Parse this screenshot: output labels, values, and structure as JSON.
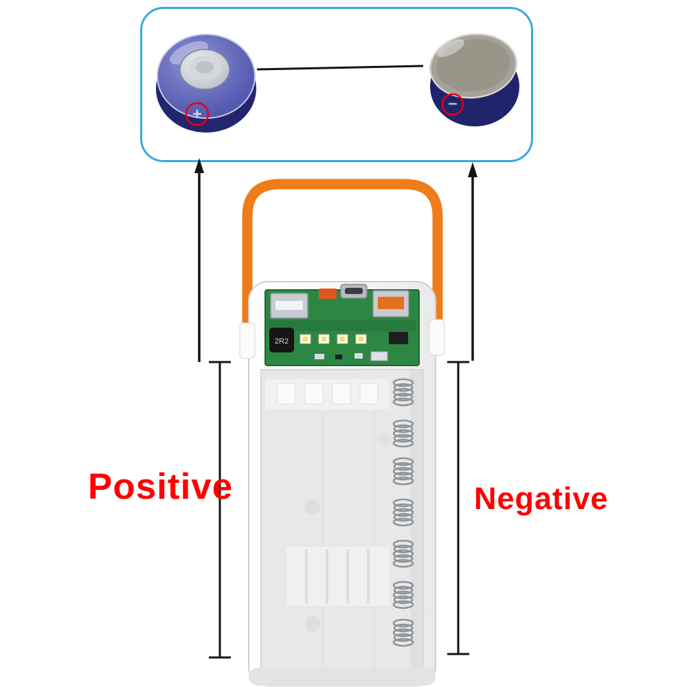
{
  "scene": {
    "description": "Annotated product photo of a DIY power bank battery case showing battery polarity orientation",
    "background_color": "#ffffff"
  },
  "callout": {
    "border_color": "#36a9e1",
    "positive_battery": {
      "name": "battery-positive-terminal",
      "symbol": "+",
      "symbol_ring_color": "#e8000a",
      "body_color": "#23266e"
    },
    "negative_battery": {
      "name": "battery-negative-terminal",
      "symbol": "−",
      "symbol_ring_color": "#e8000a",
      "body_color": "#20246b",
      "end_color": "#a5a29a"
    }
  },
  "labels": {
    "positive": "Positive",
    "negative": "Negative",
    "label_color": "#fe0000"
  },
  "device": {
    "type": "power-bank-diy-case",
    "handle_color": "#ee7d19",
    "pcb_color": "#2c8743",
    "inductor_label": "2R2",
    "spring_count": 7,
    "ports": [
      "usb-a-silver",
      "micro-usb",
      "usb-a-orange"
    ]
  },
  "annotation_lines_color": "#141414"
}
